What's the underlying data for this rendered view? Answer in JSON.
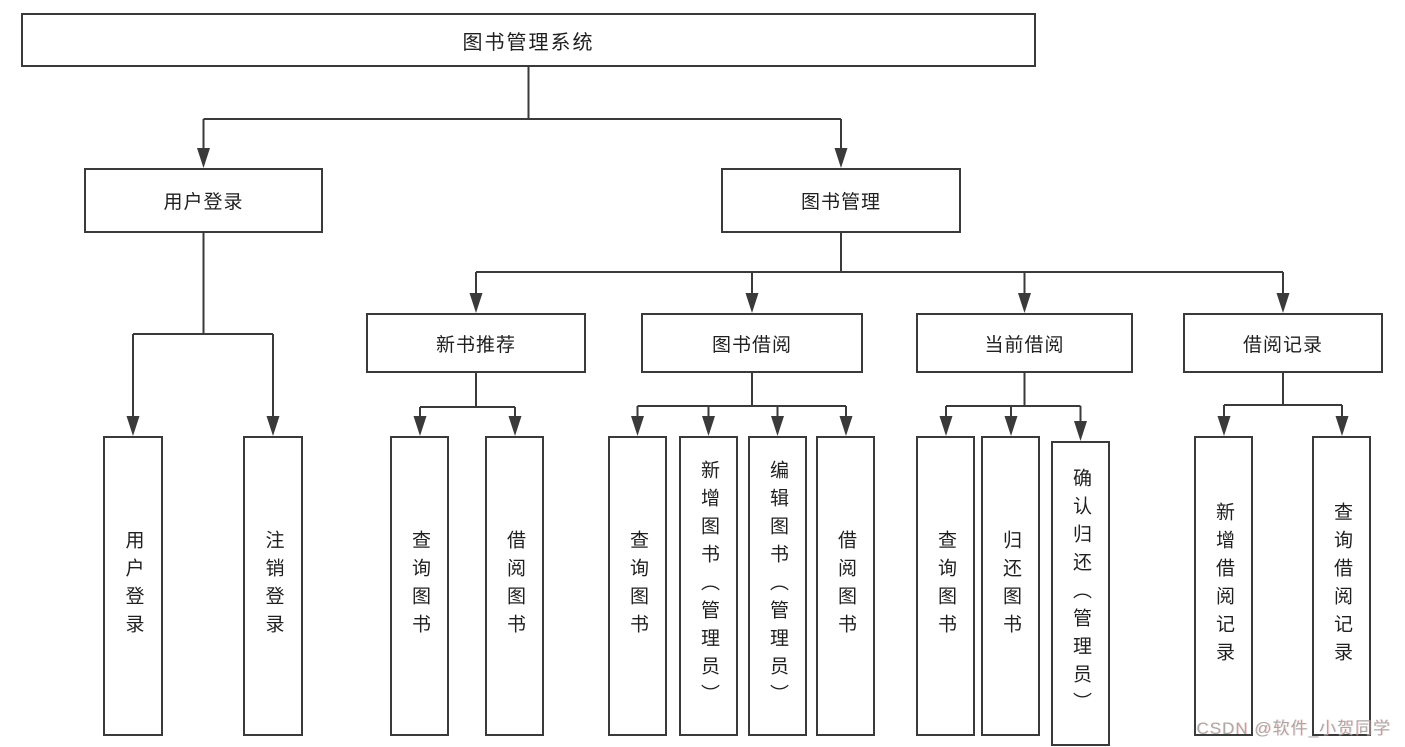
{
  "tree": {
    "root": {
      "label": "图书管理系统"
    },
    "children": [
      {
        "label": "用户登录",
        "children": [
          {
            "label": "用户登录"
          },
          {
            "label": "注销登录"
          }
        ]
      },
      {
        "label": "图书管理",
        "children": [
          {
            "label": "新书推荐",
            "children": [
              {
                "label": "查询图书"
              },
              {
                "label": "借阅图书"
              }
            ]
          },
          {
            "label": "图书借阅",
            "children": [
              {
                "label": "查询图书"
              },
              {
                "label": "新增图书（管理员）"
              },
              {
                "label": "编辑图书（管理员）"
              },
              {
                "label": "借阅图书"
              }
            ]
          },
          {
            "label": "当前借阅",
            "children": [
              {
                "label": "查询图书"
              },
              {
                "label": "归还图书"
              },
              {
                "label": "确认归还（管理员）"
              }
            ]
          },
          {
            "label": "借阅记录",
            "children": [
              {
                "label": "新增借阅记录"
              },
              {
                "label": "查询借阅记录"
              }
            ]
          }
        ]
      }
    ]
  },
  "watermark": "CSDN @软件_小贺同学",
  "colors": {
    "line": "#3a3a3a",
    "text": "#1f1f1f",
    "background": "#ffffff",
    "watermark": "#a8a5a5"
  }
}
